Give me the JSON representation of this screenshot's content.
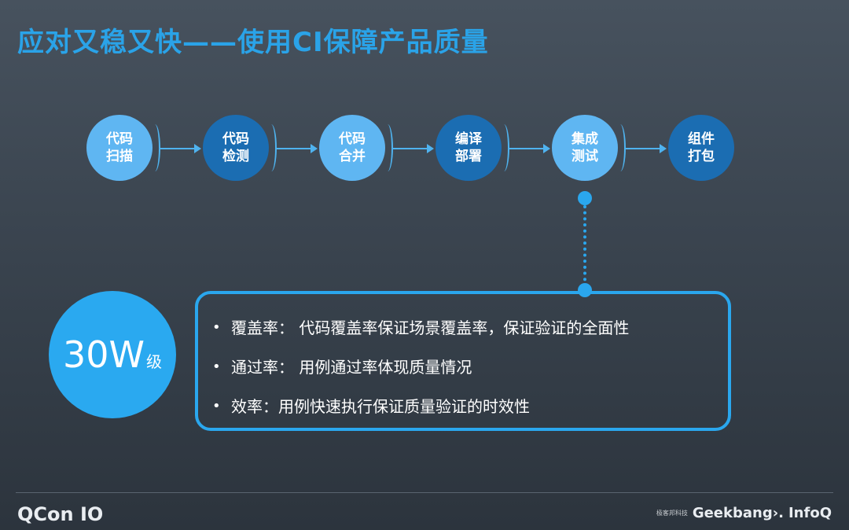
{
  "title": "应对又稳又快——使用CI保障产品质量",
  "steps": [
    {
      "line1": "代码",
      "line2": "扫描",
      "tone": "light"
    },
    {
      "line1": "代码",
      "line2": "检测",
      "tone": "dark"
    },
    {
      "line1": "代码",
      "line2": "合并",
      "tone": "light"
    },
    {
      "line1": "编译",
      "line2": "部署",
      "tone": "dark"
    },
    {
      "line1": "集成",
      "line2": "测试",
      "tone": "light"
    },
    {
      "line1": "组件",
      "line2": "打包",
      "tone": "dark"
    }
  ],
  "badge": {
    "value": "30W",
    "unit": "级"
  },
  "metrics": [
    {
      "bullet": "•",
      "text": "覆盖率：  代码覆盖率保证场景覆盖率，保证验证的全面性"
    },
    {
      "bullet": "•",
      "text": "通过率：  用例通过率体现质量情况"
    },
    {
      "bullet": "•",
      "text": "效率：用例快速执行保证质量验证的时效性"
    }
  ],
  "footer": {
    "left_logo": "QCon IO",
    "right_small": "极客邦科技",
    "right_logo1": "Geekbang›.",
    "right_logo2": "InfoQ"
  },
  "colors": {
    "accent": "#2aa7ee",
    "step_light": "#5fb6f2",
    "step_dark": "#1b6db2",
    "title": "#2aa3e8"
  }
}
